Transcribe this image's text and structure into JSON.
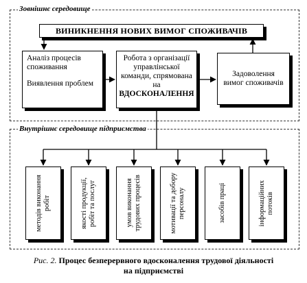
{
  "external": {
    "label": "Зовнішнє середовище"
  },
  "top_bar": {
    "text": "ВИНИКНЕННЯ НОВИХ ВИМОГ СПОЖИВАЧІВ"
  },
  "analysis": {
    "line1": "Аналіз процесів споживання",
    "line2": "Виявлення проблем"
  },
  "center": {
    "text": "Робота з організації управлінської команди, спрямована на",
    "bold": "ВДОСКОНАЛЕННЯ"
  },
  "satisfaction": {
    "text": "Задоволення вимог споживачів"
  },
  "internal": {
    "label": "Внутрішнє середовище підприємства"
  },
  "items": [
    "методів виконання\nробіт",
    "якості продукції,\nробіт та послуг",
    "умов виконання\nтрудових процесів",
    "мотивації та добору\nперсоналу",
    "засобів праці",
    "інформаційних\nпотоків"
  ],
  "caption": {
    "prefix": "Рис. 2.",
    "title": "Процес безперервного вдосконалення трудової діяльності",
    "title2": "на підприємстві"
  }
}
